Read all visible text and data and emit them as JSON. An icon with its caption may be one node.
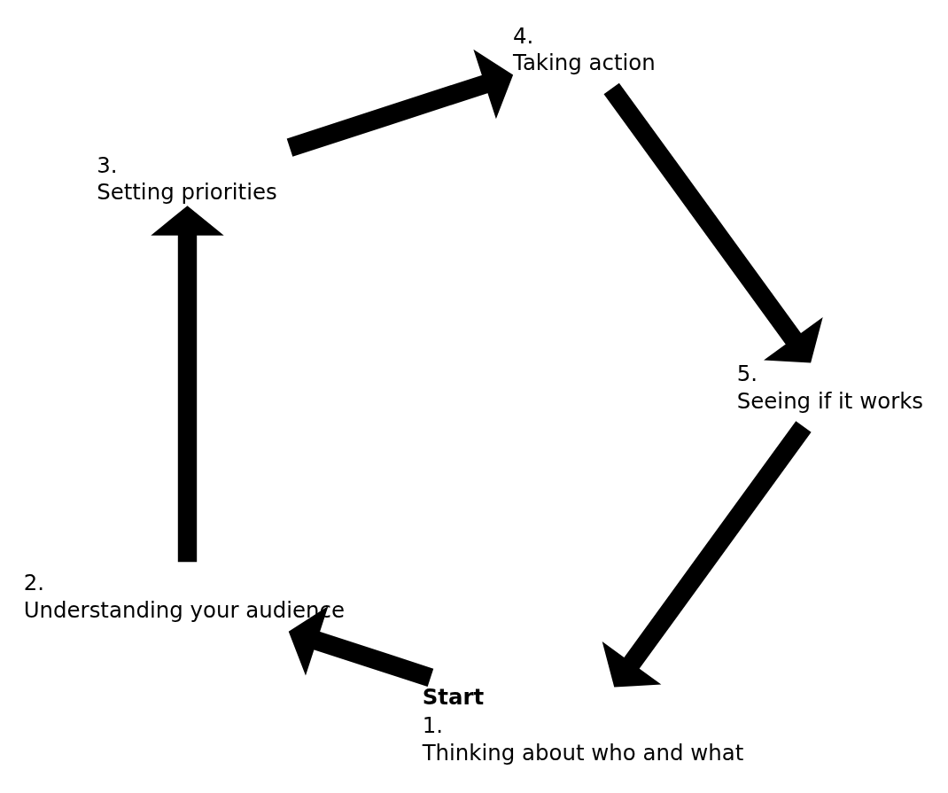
{
  "diagram": {
    "nodes": [
      {
        "text": [
          "1.",
          "Thinking about who and what"
        ],
        "beside": [
          "Start"
        ]
      },
      {
        "text": [
          "2.",
          "Understanding your audience"
        ]
      },
      {
        "text": [
          "3.",
          "Setting priorities"
        ]
      },
      {
        "text": [
          "4.",
          "Taking action"
        ]
      },
      {
        "text": [
          "5.",
          "Seeing if it works"
        ]
      }
    ],
    "edges": [
      {
        "from": 0,
        "to": 1,
        "arrow": "to"
      },
      {
        "from": 1,
        "to": 2,
        "arrow": "to"
      },
      {
        "from": 2,
        "to": 3,
        "arrow": "to"
      },
      {
        "from": 3,
        "to": 4,
        "arrow": "to"
      },
      {
        "from": 4,
        "to": 0,
        "arrow": "to"
      }
    ]
  }
}
